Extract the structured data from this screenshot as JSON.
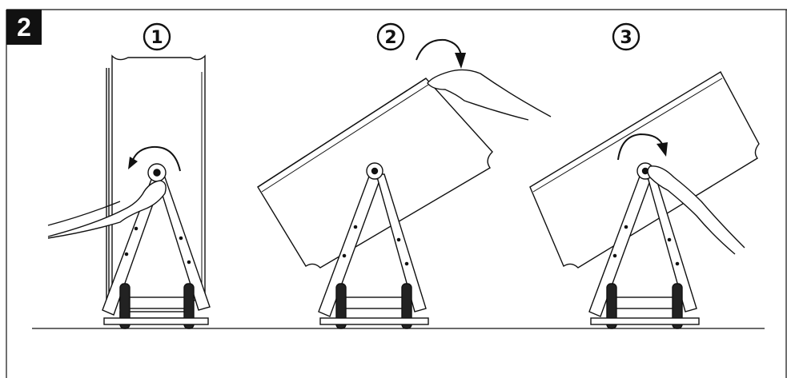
{
  "figure": {
    "step_number": "2",
    "substeps": [
      {
        "label": "1",
        "arrow": "counter-clockwise"
      },
      {
        "label": "2",
        "arrow": "clockwise"
      },
      {
        "label": "3",
        "arrow": "clockwise"
      }
    ]
  },
  "colors": {
    "line": "#111111",
    "background": "#ffffff"
  }
}
